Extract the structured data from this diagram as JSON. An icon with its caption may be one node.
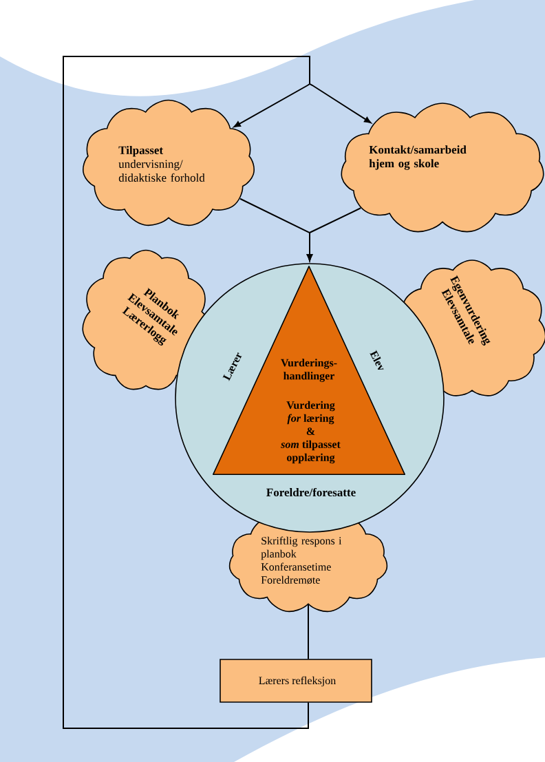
{
  "diagram": {
    "nodes": [
      {
        "text": [
          "Tilpasset",
          "undervisning/ didaktiske forhold"
        ]
      },
      {
        "text": [
          "Kontakt/samarbeid hjem og skole"
        ]
      },
      {
        "text": [
          "Planbok",
          "Elevsamtale",
          "Lærerlogg"
        ]
      },
      {
        "text": [
          "Lærer",
          "Elev",
          "Foreldre/foresatte"
        ]
      },
      {
        "text": [
          "Vurderings- handlinger",
          "Vurdering *for* læring & *som* tilpasset opplæring"
        ],
        "in": 3
      },
      {
        "text": [
          "Egenvurdering",
          "Elevsamtale"
        ]
      },
      {
        "text": [
          "Skriftlig respons i planbok",
          "Konferansetime",
          "Foreldremøte"
        ]
      },
      {
        "text": [
          "Lærers refleksjon"
        ]
      }
    ],
    "edges": [
      {
        "from": 7,
        "to": 0,
        "arrow": "to"
      },
      {
        "from": 7,
        "to": 1,
        "arrow": "to"
      },
      {
        "from": 0,
        "to": 3,
        "arrow": "to"
      },
      {
        "from": 1,
        "to": 3,
        "arrow": "to"
      },
      {
        "from": 6,
        "to": 7,
        "arrow": "none"
      }
    ]
  }
}
